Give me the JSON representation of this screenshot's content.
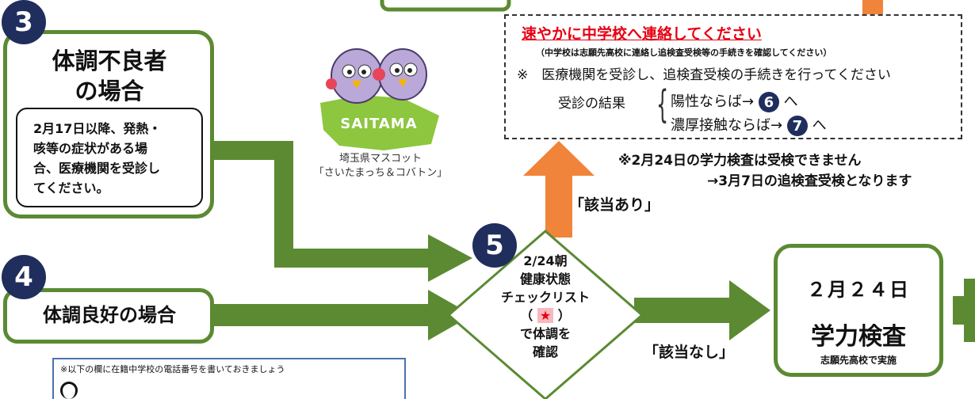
{
  "step3": {
    "number": "3",
    "title_line1": "体調不良者",
    "title_line2": "の場合",
    "note_line1": "2月17日以降、発熱・",
    "note_line2": "咳等の症状がある場",
    "note_line3": "合、医療機関を受診し",
    "note_line4": "てください。"
  },
  "step4": {
    "number": "4",
    "title": "体調良好の場合"
  },
  "mascot": {
    "logo_text": "SAITAMA",
    "caption_line1": "埼玉県マスコット",
    "caption_line2": "「さいたまっち＆コバトン」"
  },
  "notice": {
    "headline": "速やかに中学校へ連絡してください",
    "sub": "（中学校は志願先高校に連絡し追検査受検等の手続きを確認してください）",
    "line1": "※　医療機関を受診し、追検査受検の手続きを行ってください",
    "result_label": "受診の結果",
    "brace": "{",
    "positive_text": "陽性ならば→",
    "positive_num": "6",
    "positive_suffix": "へ",
    "contact_text": "濃厚接触ならば→",
    "contact_num": "7",
    "contact_suffix": "へ"
  },
  "warning": {
    "line1": "※2月24日の学力検査は受検できません",
    "line2": "→3月7日の追検査受検となります"
  },
  "step5": {
    "number": "5",
    "line1": "2/24朝",
    "line2": "健康状態",
    "line3": "チェックリスト",
    "star_open": "（",
    "star": "★",
    "star_close": "）",
    "line5": "で体調を",
    "line6": "確認"
  },
  "labels": {
    "yes": "「該当あり」",
    "no": "「該当なし」"
  },
  "exam": {
    "date": "２月２４日",
    "title": "学力検査",
    "sub": "志願先高校で実施"
  },
  "phone_note": {
    "text": "※以下の欄に在籍中学校の電話番号を書いておきましょう"
  },
  "colors": {
    "green": "#5b8a32",
    "orange": "#f0843a",
    "navy": "#1f2e5c",
    "red": "#e60012"
  }
}
